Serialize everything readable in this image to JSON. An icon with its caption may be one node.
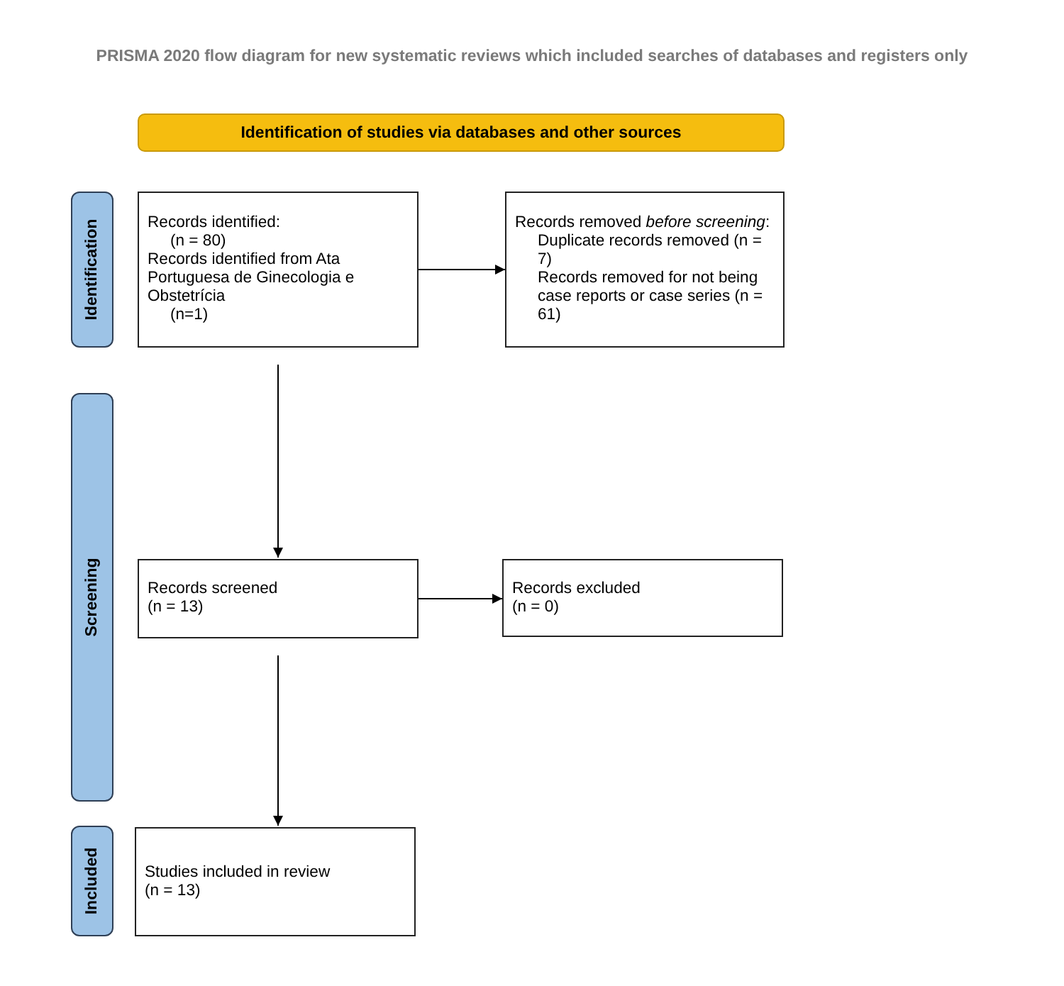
{
  "diagram": {
    "title": "PRISMA 2020 flow diagram for new systematic reviews which included searches of databases and registers only",
    "nodes": [
      {
        "text": [
          "Identification of studies via databases and other sources"
        ]
      },
      {
        "text": [
          "Identification"
        ]
      },
      {
        "text": [
          "Screening"
        ]
      },
      {
        "text": [
          "Included"
        ]
      },
      {
        "text": [
          "Records identified:",
          "(n = 80)",
          "Records identified from Ata Portuguesa de Ginecologia e Obstetrícia",
          "(n=1)"
        ]
      },
      {
        "text": [
          "Records removed *before screening*:",
          "Duplicate records removed (n = 7)",
          "Records removed for not being case reports or case series (n = 61)"
        ]
      },
      {
        "text": [
          "Records screened",
          "(n = 13)"
        ]
      },
      {
        "text": [
          "Records excluded",
          "(n = 0)"
        ]
      },
      {
        "text": [
          "Studies included in review",
          "(n = 13)"
        ]
      }
    ],
    "edges": [
      {
        "from": 4,
        "to": 5,
        "arrow": "to"
      },
      {
        "from": 4,
        "to": 6,
        "arrow": "to"
      },
      {
        "from": 6,
        "to": 7,
        "arrow": "to"
      },
      {
        "from": 6,
        "to": 8,
        "arrow": "to"
      }
    ]
  }
}
